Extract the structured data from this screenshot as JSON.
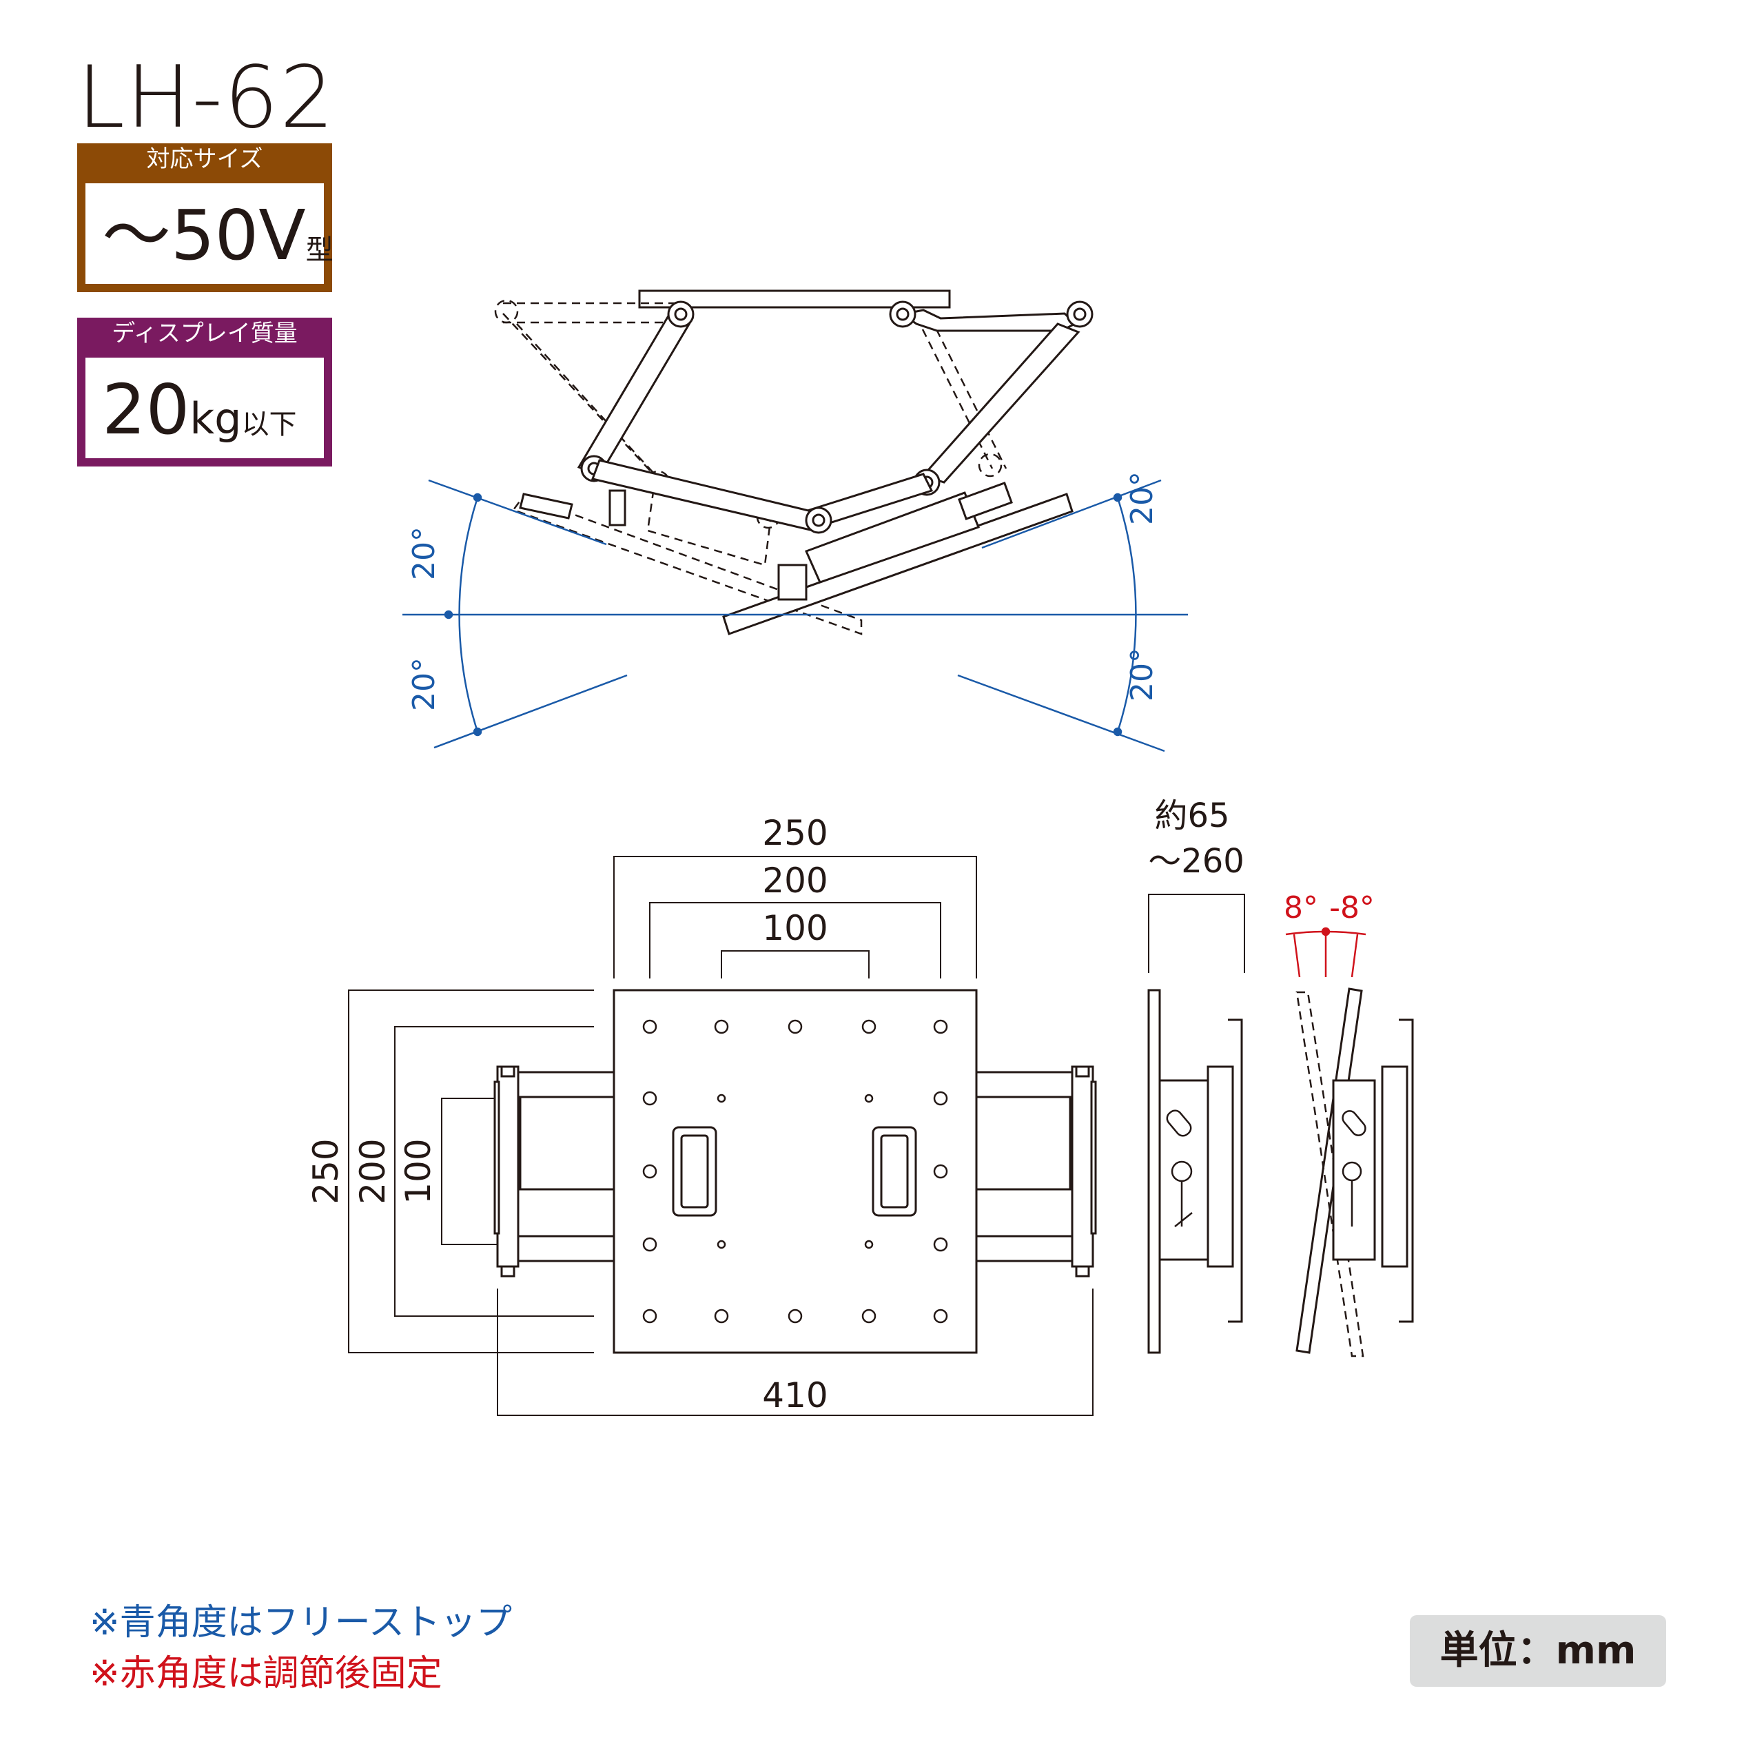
{
  "model": "LH-62",
  "size_box": {
    "header": "対応サイズ",
    "value_prefix": "〜",
    "value_main": "50V",
    "value_suffix": "型"
  },
  "weight_box": {
    "header": "ディスプレイ質量",
    "value_main": "20",
    "value_unit": "kg",
    "value_suffix": "以下"
  },
  "top_view": {
    "angles": {
      "left_upper": "20°",
      "left_lower": "20°",
      "right_upper": "20°",
      "right_lower": "20°"
    },
    "angle_color": "#1a5aa8"
  },
  "front_view": {
    "width_dims": {
      "outer": "250",
      "mid": "200",
      "inner": "100"
    },
    "height_dims": {
      "outer": "250",
      "mid": "200",
      "inner": "100"
    },
    "total_width": "410"
  },
  "side_view": {
    "depth_label_line1": "約65",
    "depth_label_line2": "〜260",
    "tilt_up": "8°",
    "tilt_down": "-8°",
    "tilt_color": "#d0121b"
  },
  "notes": {
    "blue": "※青角度はフリーストップ",
    "red": "※赤角度は調節後固定"
  },
  "unit_label": "単位：mm"
}
